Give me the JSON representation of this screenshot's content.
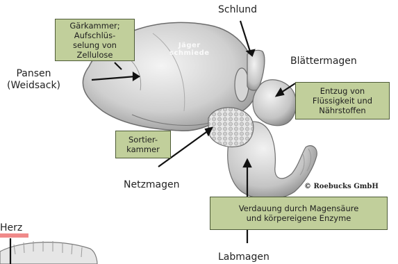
{
  "labels": {
    "schlund": "Schlund",
    "blaettermagen": "Blättermagen",
    "pansen": [
      "Pansen",
      "(Weidsack)"
    ],
    "netzmagen": "Netzmagen",
    "labmagen": "Labmagen",
    "herz": "Herz"
  },
  "boxes": {
    "gaerkammer": [
      "Gärkammer;",
      "Aufschlüs-",
      "selung von",
      "Zellulose"
    ],
    "entzug": [
      "Entzug von",
      "Flüssigkeit und",
      "Nährstoffen"
    ],
    "sortier": [
      "Sortier-",
      "kammer"
    ],
    "verdauung": [
      "Verdauung durch Magensäure",
      "und körpereigene Enzyme"
    ]
  },
  "copyright": "© Roebucks GmbH",
  "watermark": [
    "Jäger",
    "schmiede"
  ],
  "colors": {
    "box_fill": "#c1cf9b",
    "box_border": "#4d5a36",
    "herz_bar": "#f08a8a",
    "stomach_shade": "#bdbdbd"
  }
}
